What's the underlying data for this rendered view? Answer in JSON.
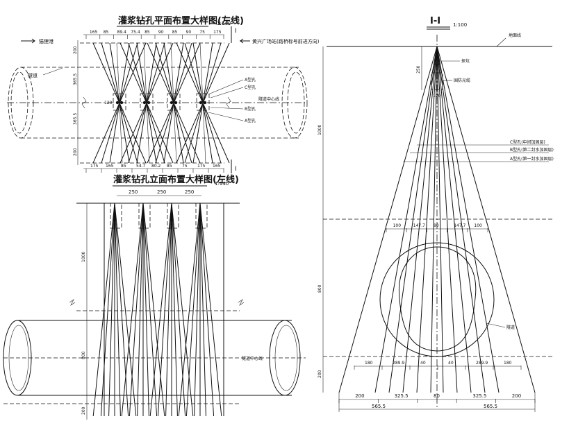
{
  "plan": {
    "title": "灌浆钻孔平面布置大样图(左线)",
    "scale": "1:140",
    "section_mark": "I",
    "left_label": "隧道",
    "left_note": "猫狸港",
    "right_note": "黄兴广场站(路桥标号前进方向)",
    "center_label": "隧道中心线",
    "hole_a1": "A型孔",
    "hole_c": "C型孔",
    "hole_b": "B型孔",
    "hole_a2": "A型孔",
    "top_dims": [
      "165",
      "85",
      "89.4",
      "75.4",
      "85",
      "90",
      "85",
      "90",
      "75",
      "175"
    ],
    "bottom_dims": [
      "175",
      "165",
      "85",
      "54.7",
      "80.2",
      "85",
      "75",
      "175",
      "165"
    ],
    "left_dims": [
      "200",
      "365.5",
      "365.5",
      "200"
    ],
    "small_dim": "120"
  },
  "elevation": {
    "title": "灌浆钻孔立面布置大样图(左线)",
    "scale": "1:140",
    "spacings": [
      "250",
      "250",
      "250"
    ],
    "left_dims": [
      "1000",
      "800",
      "200"
    ],
    "center_label": "隧道中心线"
  },
  "section": {
    "title": "I-I",
    "scale": "1:100",
    "ground_label": "地面线",
    "pit_label": "探坑",
    "cable_label": "国防光缆",
    "hole_c": "C型孔(中间加固层)",
    "hole_b": "B型孔(第二封水加固层)",
    "hole_a": "A型孔(第一封水加固层)",
    "tunnel_label": "隧道",
    "dim_250": "250",
    "dim_120": "120",
    "left_dims": [
      "1000",
      "800",
      "200"
    ],
    "mid_dims": [
      "100",
      "147.7",
      "80",
      "147.7",
      "100"
    ],
    "low_dims": [
      "180",
      "289.9",
      "40",
      "40",
      "289.9",
      "180"
    ],
    "bot_dims1": [
      "200",
      "325.5",
      "80",
      "325.5",
      "200"
    ],
    "bot_dims2": [
      "565.5",
      "565.5"
    ]
  }
}
